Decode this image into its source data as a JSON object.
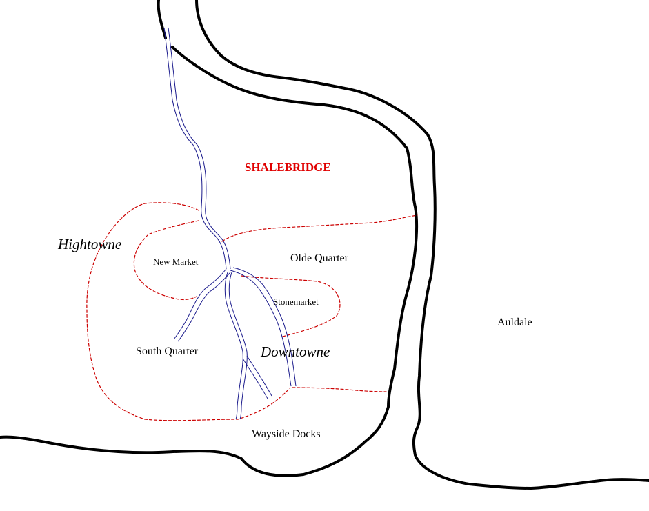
{
  "map": {
    "city_name": "SHALEBRIDGE",
    "colors": {
      "title": "#e00000",
      "river_outline": "#000000",
      "stream": "#1a1a8c",
      "district_border": "#cc0000",
      "background": "#ffffff"
    },
    "labels": {
      "hightowne": "Hightowne",
      "new_market": "New Market",
      "olde_quarter": "Olde Quarter",
      "stonemarket": "Stonemarket",
      "south_quarter": "South Quarter",
      "downtowne": "Downtowne",
      "wayside_docks": "Wayside Docks",
      "auldale": "Auldale"
    }
  }
}
